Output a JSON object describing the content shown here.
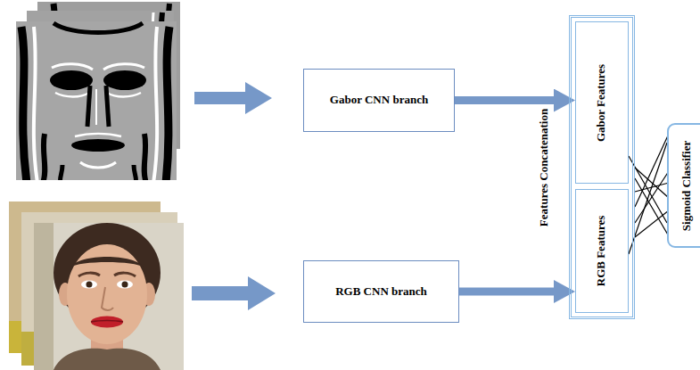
{
  "diagram": {
    "nodes": [
      {
        "text": [
          "Gabor CNN branch"
        ]
      },
      {
        "text": [
          "RGB CNN branch"
        ]
      },
      {
        "text": [
          "Features Concatenation"
        ]
      },
      {
        "text": [
          "Gabor Features"
        ],
        "in": 2
      },
      {
        "text": [
          "RGB Features"
        ],
        "in": 2
      },
      {
        "text": [
          "Sigmoid Classifier"
        ]
      }
    ],
    "edges": [
      {
        "from": 0,
        "to": 3,
        "arrow": "to"
      },
      {
        "from": 1,
        "to": 4,
        "arrow": "to"
      },
      {
        "from": 3,
        "to": 5,
        "arrow": "none"
      },
      {
        "from": 4,
        "to": 5,
        "arrow": "none"
      }
    ]
  }
}
